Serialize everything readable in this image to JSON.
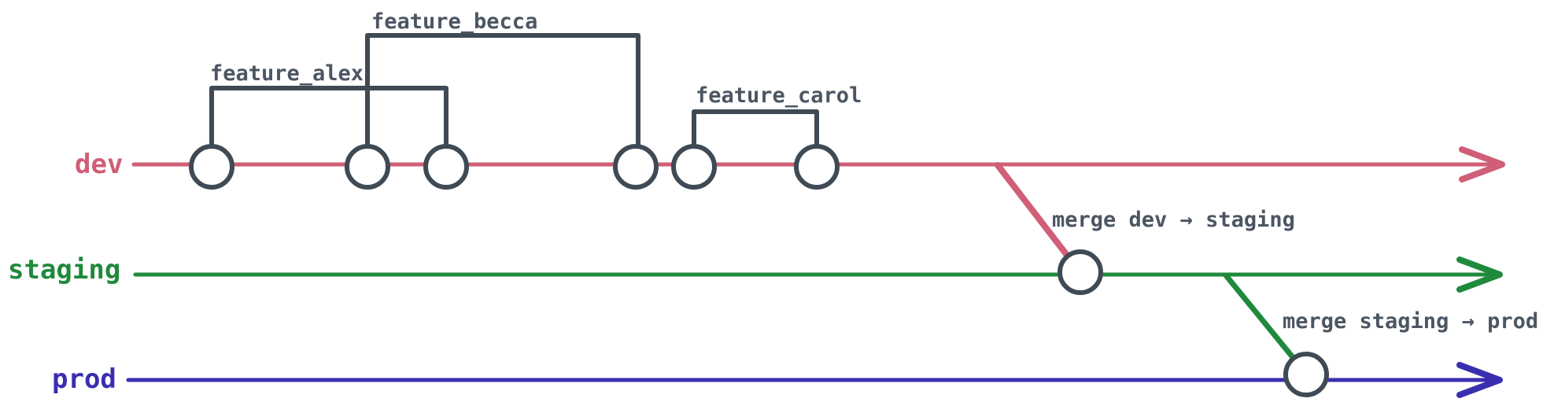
{
  "diagram_type": "git-branch-flow",
  "colors": {
    "dev": "#cf5e76",
    "staging": "#208a3c",
    "prod": "#3a2eb0",
    "ink": "#3f4a55",
    "text": "#4c5663",
    "background": "#ffffff"
  },
  "branches": {
    "dev": {
      "label": "dev",
      "commit_count": 6
    },
    "staging": {
      "label": "staging",
      "commit_count": 1
    },
    "prod": {
      "label": "prod",
      "commit_count": 1
    }
  },
  "features": {
    "alex": {
      "label": "feature_alex",
      "commit_span": 2
    },
    "becca": {
      "label": "feature_becca",
      "commit_span": 2
    },
    "carol": {
      "label": "feature_carol",
      "commit_span": 2
    }
  },
  "merges": {
    "dev_to_staging": {
      "label": "merge dev → staging",
      "from": "dev",
      "to": "staging"
    },
    "staging_to_prod": {
      "label": "merge staging → prod",
      "from": "staging",
      "to": "prod"
    }
  }
}
